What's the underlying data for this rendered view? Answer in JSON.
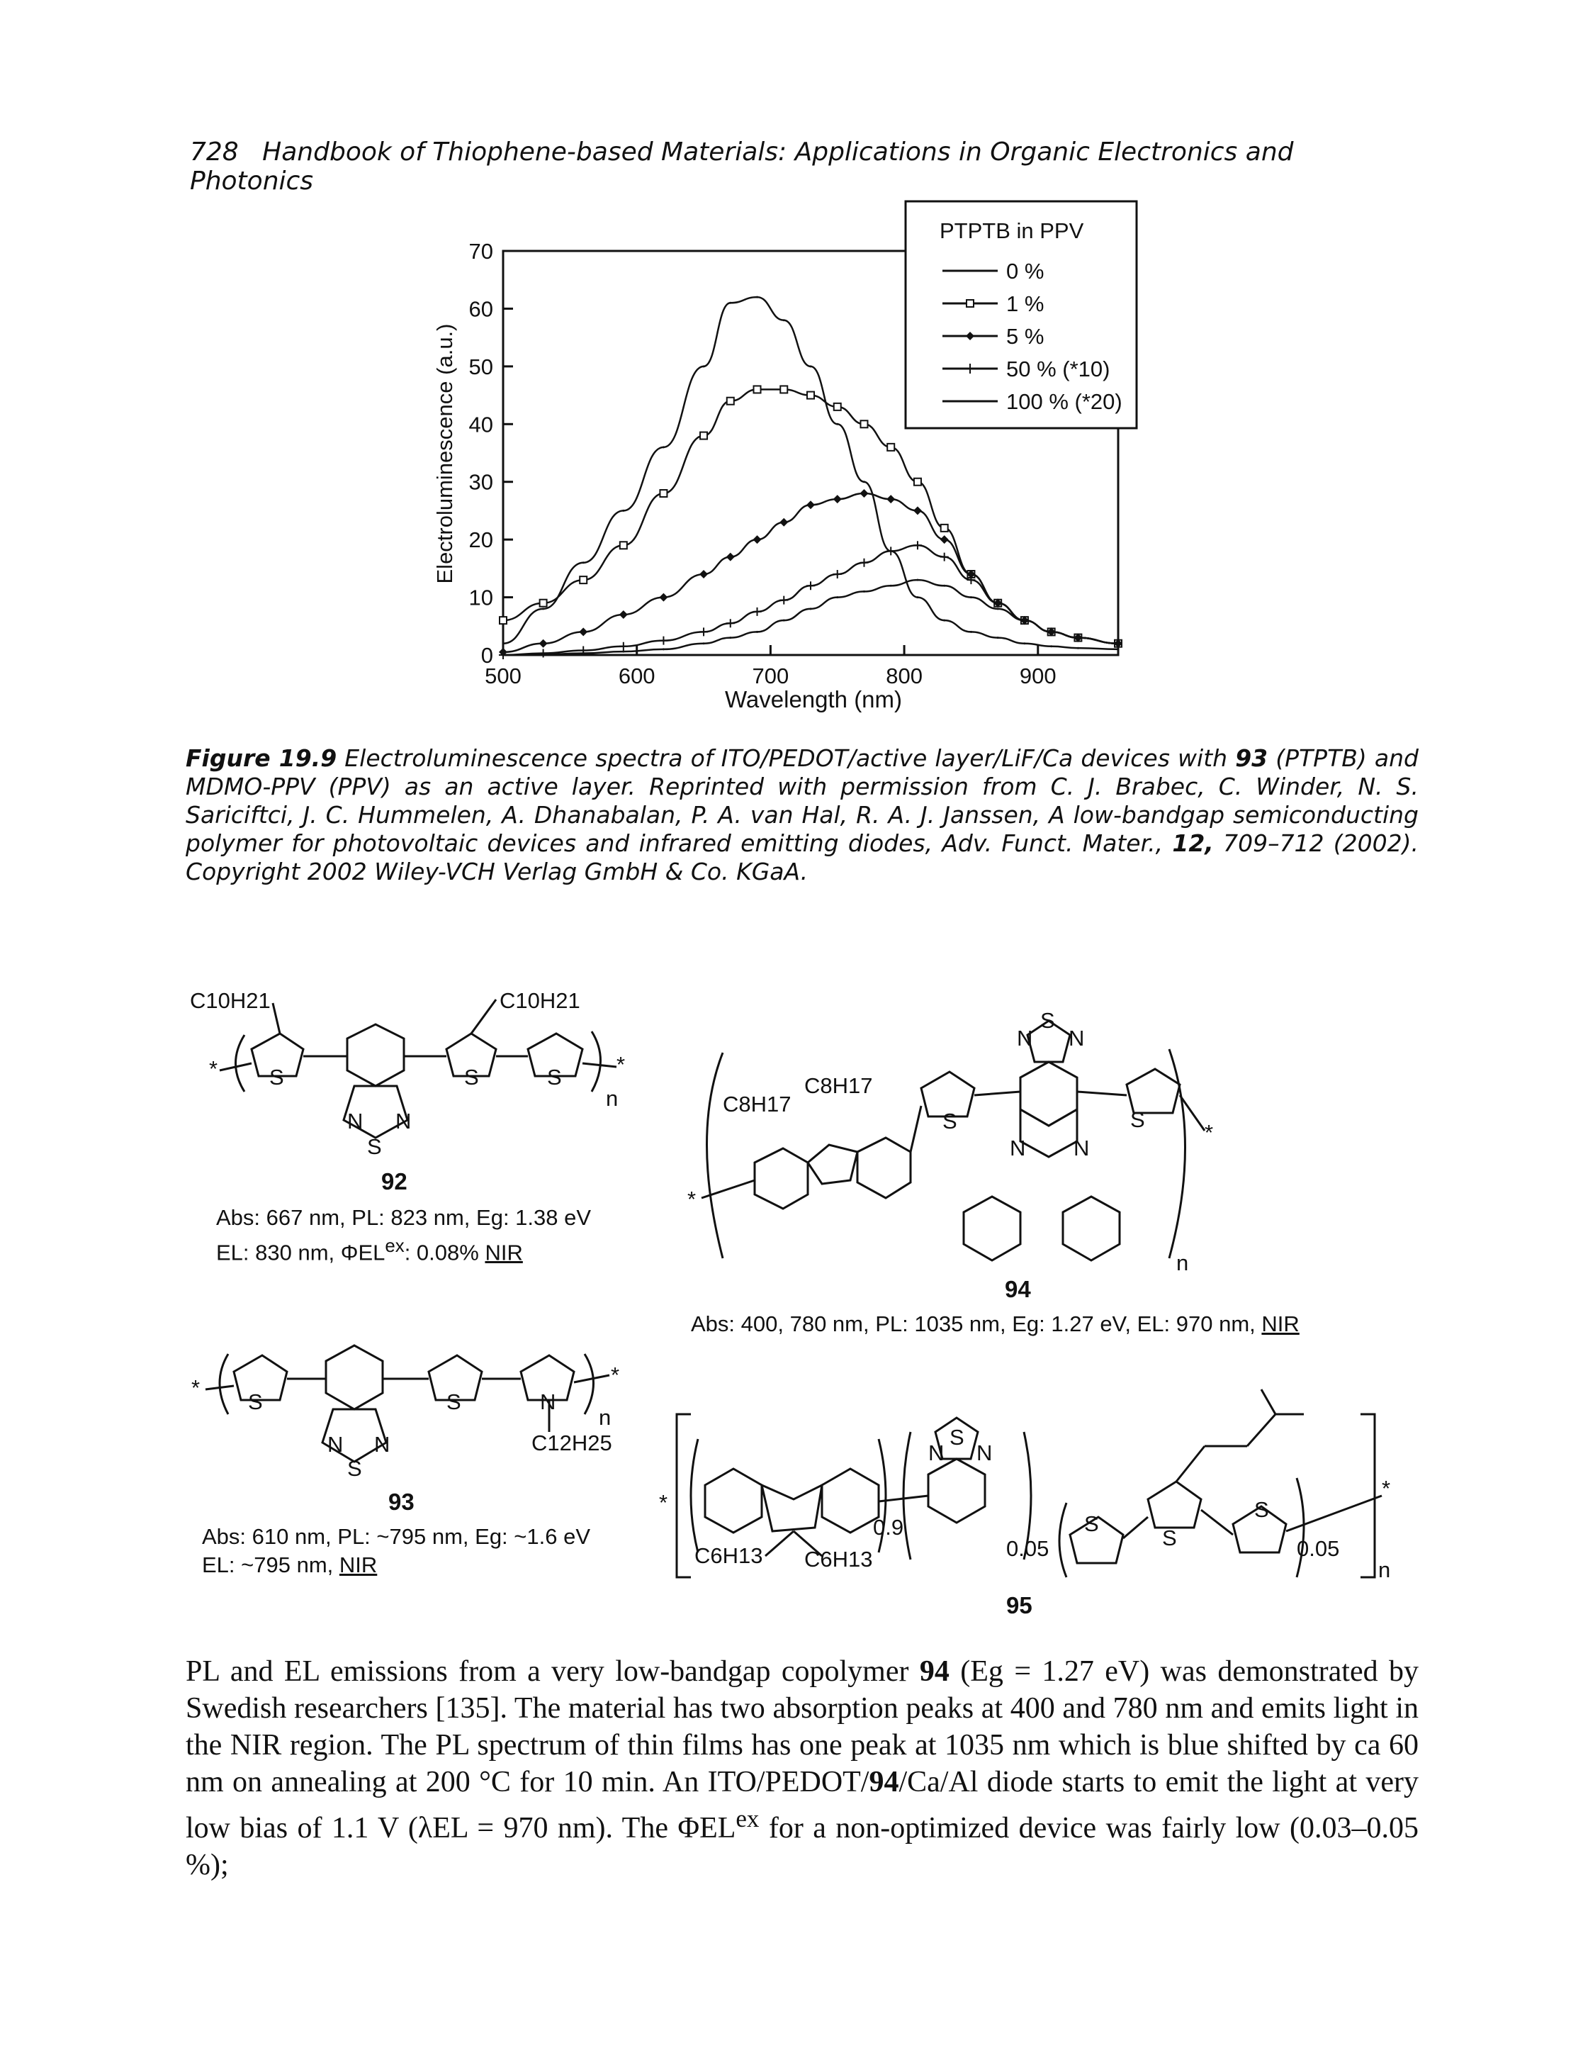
{
  "running_head": {
    "page_number": "728",
    "title": "Handbook of Thiophene-based Materials: Applications in Organic Electronics and Photonics"
  },
  "chart_data": {
    "type": "line",
    "xlabel": "Wavelength (nm)",
    "ylabel": "Electroluminescence (a.u.)",
    "xlim": [
      500,
      960
    ],
    "ylim": [
      0,
      70
    ],
    "x_ticks": [
      "500",
      "600",
      "700",
      "800",
      "900"
    ],
    "y_ticks": [
      "0",
      "10",
      "20",
      "30",
      "40",
      "50",
      "60",
      "70"
    ],
    "legend": {
      "title": "PTPTB in PPV",
      "placement": "top-right",
      "entries": [
        "0 %",
        "1 %",
        "5 %",
        "50 % (*10)",
        "100 % (*20)"
      ]
    },
    "x": [
      500,
      530,
      560,
      590,
      620,
      650,
      670,
      690,
      710,
      730,
      750,
      770,
      790,
      810,
      830,
      850,
      870,
      890,
      910,
      930,
      960
    ],
    "series": [
      {
        "name": "0 %",
        "marker": "none",
        "values": [
          2,
          8,
          16,
          25,
          36,
          50,
          61,
          62,
          58,
          50,
          40,
          30,
          18,
          10,
          6,
          4,
          3,
          2,
          1.5,
          1.2,
          1
        ]
      },
      {
        "name": "1 %",
        "marker": "square",
        "values": [
          6,
          9,
          13,
          19,
          28,
          38,
          44,
          46,
          46,
          45,
          43,
          40,
          36,
          30,
          22,
          14,
          9,
          6,
          4,
          3,
          2
        ]
      },
      {
        "name": "5 %",
        "marker": "diamond",
        "values": [
          0.5,
          2,
          4,
          7,
          10,
          14,
          17,
          20,
          23,
          26,
          27,
          28,
          27,
          25,
          20,
          14,
          9,
          6,
          4,
          3,
          2
        ]
      },
      {
        "name": "50 % (*10)",
        "marker": "plus",
        "values": [
          0,
          0.3,
          0.8,
          1.5,
          2.5,
          4,
          5.5,
          7.5,
          9.5,
          12,
          14,
          16,
          18,
          19,
          17,
          13,
          9,
          6,
          4,
          3,
          2
        ]
      },
      {
        "name": "100 % (*20)",
        "marker": "none",
        "values": [
          0,
          0.1,
          0.3,
          0.6,
          1,
          2,
          3,
          4,
          6,
          8,
          10,
          11,
          12,
          13,
          12,
          10,
          8,
          6,
          4,
          3,
          2
        ]
      }
    ]
  },
  "caption": {
    "label": "Figure 19.9",
    "text_1": "Electroluminescence spectra of ITO/PEDOT/active layer/LiF/Ca devices with",
    "n93": "93",
    "text_2": "(PTPTB) and MDMO-PPV (PPV) as an active layer. Reprinted with permission from C. J. Brabec, C. Winder, N. S. Sariciftci, J. C. Hummelen, A. Dhanabalan, P. A. van Hal, R. A. J. Janssen, A low-bandgap semiconducting polymer for photovoltaic devices and infrared emitting diodes, Adv. Funct. Mater.,",
    "vol": "12,",
    "text_3": "709–712 (2002). Copyright 2002 Wiley-VCH Verlag GmbH & Co. KGaA."
  },
  "structures": {
    "s92": {
      "number": "92",
      "substituent_left": "C10H21",
      "substituent_right": "C10H21",
      "line1": "Abs: 667 nm, PL: 823 nm, Eg: 1.38 eV",
      "line2_a": "EL: 830 nm, ΦEL",
      "line2_sup": "ex",
      "line2_b": ": 0.08%",
      "nir": "NIR"
    },
    "s93": {
      "number": "93",
      "substituent": "C12H25",
      "line1": "Abs: 610 nm, PL: ~795 nm, Eg: ~1.6 eV",
      "line2": "EL: ~795 nm,",
      "nir": "NIR"
    },
    "s94": {
      "number": "94",
      "substituent_a": "C8H17",
      "substituent_b": "C8H17",
      "line1": "Abs: 400, 780 nm, PL: 1035 nm, Eg: 1.27 eV, EL: 970 nm,",
      "nir": "NIR"
    },
    "s95": {
      "number": "95",
      "substituent_a": "C6H13",
      "substituent_b": "C6H13",
      "frac_1": "0.9",
      "frac_2": "0.05",
      "frac_3": "0.05",
      "n": "n"
    },
    "atoms": {
      "s": "S",
      "n": "N",
      "star": "*",
      "poly_n": "n"
    }
  },
  "body_text": {
    "p1_a": "PL and EL emissions from a very low-bandgap copolymer",
    "n94": "94",
    "p1_b": "(Eg = 1.27 eV) was demonstrated by Swedish researchers [135]. The material has two absorption peaks at 400 and 780 nm and emits light in the NIR region. The PL spectrum of thin films has one peak at 1035 nm which is blue shifted by ca 60 nm on annealing at 200 °C for 10 min. An ITO/PEDOT/",
    "n94b": "94",
    "p1_c": "/Ca/Al diode starts to emit the light at very low bias of 1.1 V (λEL = 970 nm). The ΦEL",
    "sup": "ex",
    "p1_d": "for a non-optimized device was fairly low (0.03–0.05 %);"
  }
}
